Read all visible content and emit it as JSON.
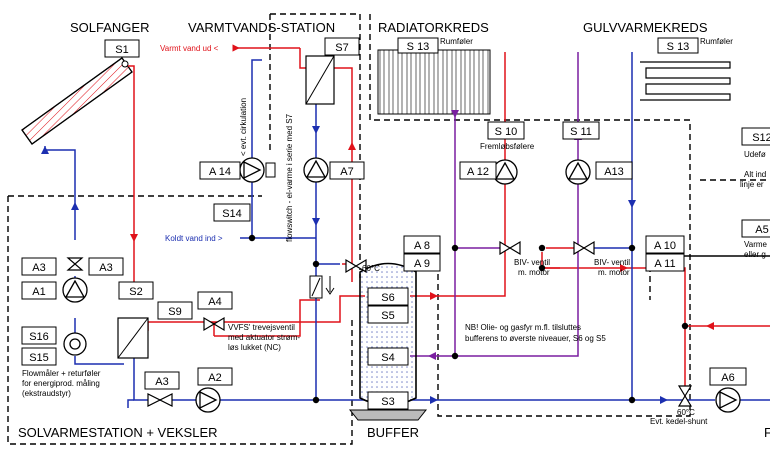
{
  "titles": {
    "solfanger": "SOLFANGER",
    "varmtvand": "VARMTVANDS-STATION",
    "radiator": "RADIATORKREDS",
    "gulv": "GULVVARMEKREDS",
    "solvarmestation": "SOLVARMESTATION + VEKSLER",
    "buffer": "BUFFER"
  },
  "boxes": {
    "s1": "S1",
    "s2": "S2",
    "s3": "S3",
    "s4": "S4",
    "s5": "S5",
    "s6": "S6",
    "s7": "S7",
    "s9": "S9",
    "s10": "S 10",
    "s11": "S 11",
    "s12": "S12",
    "s13a": "S 13",
    "s13b": "S 13",
    "s14": "S14",
    "s15": "S15",
    "s16": "S16",
    "a1": "A1",
    "a2": "A2",
    "a3a": "A3",
    "a3b": "A3",
    "a3c": "A3",
    "a4": "A4",
    "a5": "A5",
    "a6": "A6",
    "a7": "A7",
    "a8": "A 8",
    "a9": "A 9",
    "a10": "A 10",
    "a11": "A 11",
    "a12": "A 12",
    "a13": "A13",
    "a14": "A 14"
  },
  "labels": {
    "varmt_vand": "Varmt vand ud <",
    "koldt_vand": "Koldt vand ind >",
    "evt_cirkulation": "< evt. cirkulation",
    "flowswitch": "flowswitch - el-varme i serie med S7",
    "rumfoler_a": "Rumføler",
    "rumfoler_b": "Rumføler",
    "fremlob": "Fremløbsfølere",
    "biv_a1": "BIV- ventil",
    "biv_a2": "m. motor",
    "biv_b1": "BIV- ventil",
    "biv_b2": "m. motor",
    "temp_60a": "60°C",
    "temp_60b": "60°C",
    "nb1": "NB! Olie- og gasfyr m.fl. tilsluttes",
    "nb2": "bufferens to øverste niveauer, S6 og S5",
    "vvfs1": "VVFS' trevejsventil",
    "vvfs2": "med aktuator strøm-",
    "vvfs3": "løs lukket (NC)",
    "flowmaler1": "Flowmåler + returføler",
    "flowmaler2": "for energiprod. måling",
    "flowmaler3": "(ekstraudstyr)",
    "udefo": "Udefø",
    "alt_ind1": "Alt ind",
    "alt_ind2": "linje er",
    "varme1": "Varme",
    "varme2": "eller g",
    "kedel_shunt": "Evt. kedel-shunt",
    "edge_f": "F"
  }
}
